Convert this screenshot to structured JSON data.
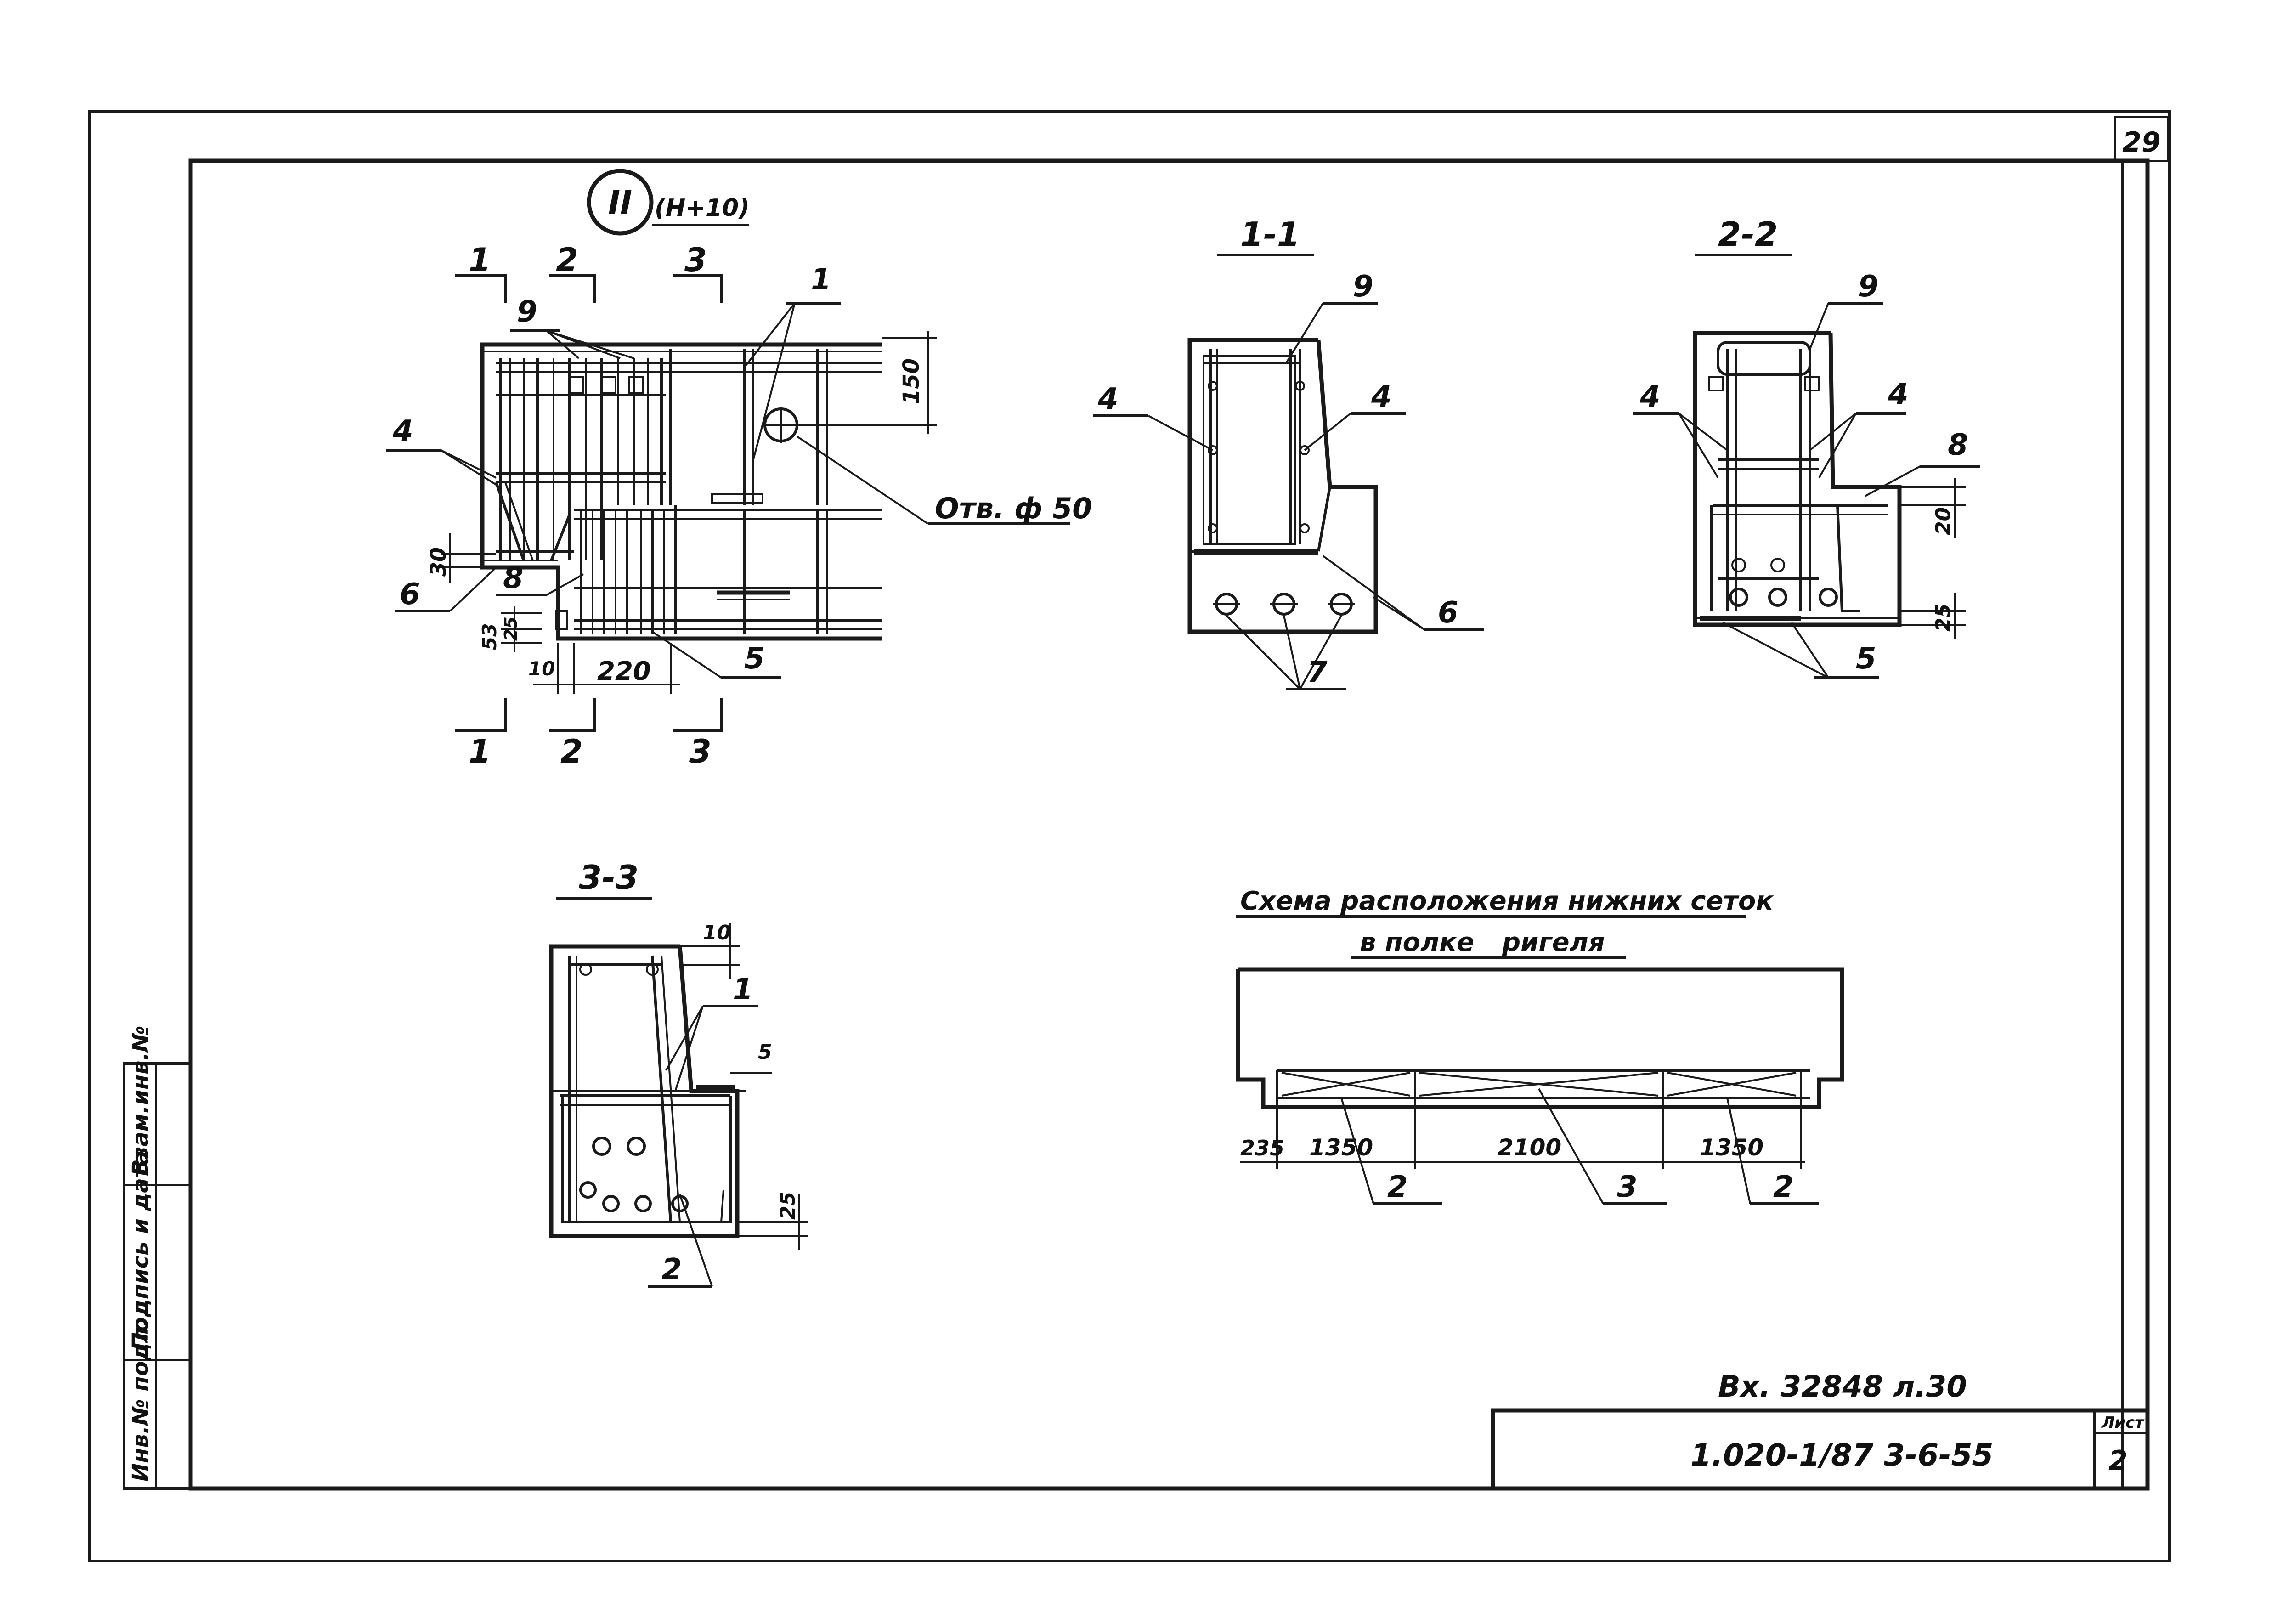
{
  "page_number": "29",
  "main_view": {
    "marker_numeral": "II",
    "marker_note": "(Н+10)",
    "section_marks": [
      "1",
      "2",
      "3"
    ],
    "callouts": {
      "c1": "1",
      "c4": "4",
      "c5": "5",
      "c6": "6",
      "c8": "8",
      "c9": "9"
    },
    "dims": {
      "d150": "150",
      "d30": "30",
      "d53": "53",
      "d25": "25",
      "d10": "10",
      "d220": "220"
    },
    "hole_label": "Отв. ф 50"
  },
  "section_1_1": {
    "title": "1-1",
    "callouts": {
      "c9": "9",
      "c4a": "4",
      "c4b": "4",
      "c6": "6",
      "c7": "7"
    }
  },
  "section_2_2": {
    "title": "2-2",
    "callouts": {
      "c9": "9",
      "c4a": "4",
      "c4b": "4",
      "c8": "8",
      "c5": "5"
    },
    "dims": {
      "d20": "20",
      "d25": "25"
    }
  },
  "section_3_3": {
    "title": "3-3",
    "callouts": {
      "c1": "1",
      "c2": "2"
    },
    "dims": {
      "d10": "10",
      "d5": "5",
      "d25": "25"
    }
  },
  "scheme": {
    "title_line1": "Схема расположения нижних сеток",
    "title_line2a": "в полке",
    "title_line2b": "ригеля",
    "dims": {
      "d235": "235",
      "d1350a": "1350",
      "d2100": "2100",
      "d1350b": "1350"
    },
    "callouts": {
      "c2a": "2",
      "c3": "3",
      "c2b": "2"
    }
  },
  "side_stamp": {
    "col1": "Инв.№ подл.",
    "col2": "Подпись и дата",
    "col3": "Взам.инв.№"
  },
  "title_block": {
    "incoming": "Вх. 32848 л.30",
    "code": "1.020-1/87 3-6-55",
    "sheet_label": "Лист",
    "sheet_num": "2"
  }
}
